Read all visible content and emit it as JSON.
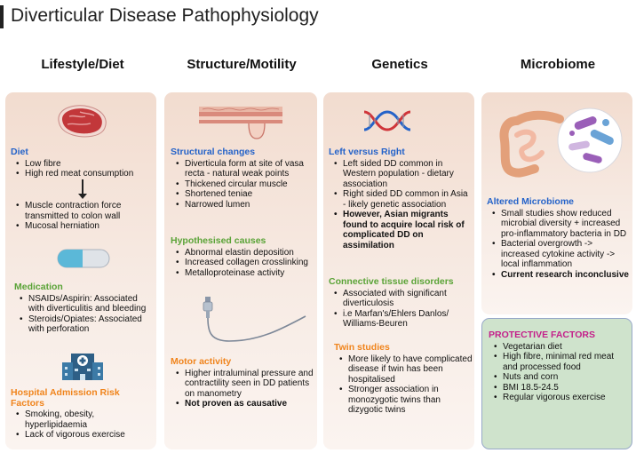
{
  "title": "Diverticular Disease Pathophysiology",
  "columns": [
    {
      "heading": "Lifestyle/Diet"
    },
    {
      "heading": "Structure/Motility"
    },
    {
      "heading": "Genetics"
    },
    {
      "heading": "Microbiome"
    }
  ],
  "lifestyle": {
    "diet": {
      "heading": "Diet",
      "items": [
        "Low fibre",
        "High red meat consumption"
      ]
    },
    "diet_after": {
      "items": [
        "Muscle contraction force transmitted to colon wall",
        "Mucosal herniation"
      ]
    },
    "medication": {
      "heading": "Medication",
      "items": [
        "NSAIDs/Aspirin: Associated with diverticulitis and bleeding",
        "Steroids/Opiates: Associated with perforation"
      ]
    },
    "hospital": {
      "heading": "Hospital Admission Risk Factors",
      "items": [
        "Smoking, obesity, hyperlipidaemia",
        "Lack of vigorous exercise"
      ]
    }
  },
  "structure": {
    "changes": {
      "heading": "Structural changes",
      "items": [
        "Diverticula form at site of vasa recta - natural weak points",
        "Thickened circular muscle",
        "Shortened teniae",
        "Narrowed lumen"
      ]
    },
    "hypothesised": {
      "heading": "Hypothesised causes",
      "items": [
        "Abnormal elastin deposition",
        "Increased collagen crosslinking",
        "Metalloproteinase activity"
      ]
    },
    "motor": {
      "heading": "Motor activity",
      "items": [
        "Higher intraluminal pressure and contractility seen in DD patients on manometry"
      ],
      "bold_item": "Not proven as causative"
    }
  },
  "genetics": {
    "leftright": {
      "heading": "Left versus Right",
      "items": [
        "Left sided DD common in Western population - dietary association",
        "Right sided DD common in Asia - likely genetic association"
      ],
      "bold_item": "However, Asian migrants found to acquire local risk of complicated DD on assimilation"
    },
    "connective": {
      "heading": "Connective tissue disorders",
      "items": [
        "Associated with significant diverticulosis",
        "i.e Marfan's/Ehlers Danlos/ Williams-Beuren"
      ]
    },
    "twin": {
      "heading": "Twin studies",
      "items": [
        "More likely to have complicated disease if twin has been hospitalised",
        "Stronger association in monozygotic twins than dizygotic twins"
      ]
    }
  },
  "microbiome": {
    "altered": {
      "heading": "Altered Microbiome",
      "items": [
        "Small studies show reduced microbial diversity + increased pro-inflammatory bacteria in DD",
        "Bacterial overgrowth -> increased cytokine activity -> local inflammation"
      ],
      "bold_item": "Current research inconclusive"
    }
  },
  "protective": {
    "heading": "PROTECTIVE FACTORS",
    "items": [
      "Vegetarian diet",
      "High fibre, minimal red meat and processed food",
      "Nuts and corn",
      "BMI 18.5-24.5",
      "Regular vigorous exercise"
    ]
  },
  "colors": {
    "blue": "#2563c9",
    "green": "#5aa337",
    "orange": "#f0841c",
    "magenta": "#c41f8a"
  },
  "icons": [
    "steak-icon",
    "pill-icon",
    "hospital-icon",
    "colon-wall-icon",
    "manometry-catheter-icon",
    "dna-icon",
    "intestine-icon",
    "bacteria-icon"
  ]
}
